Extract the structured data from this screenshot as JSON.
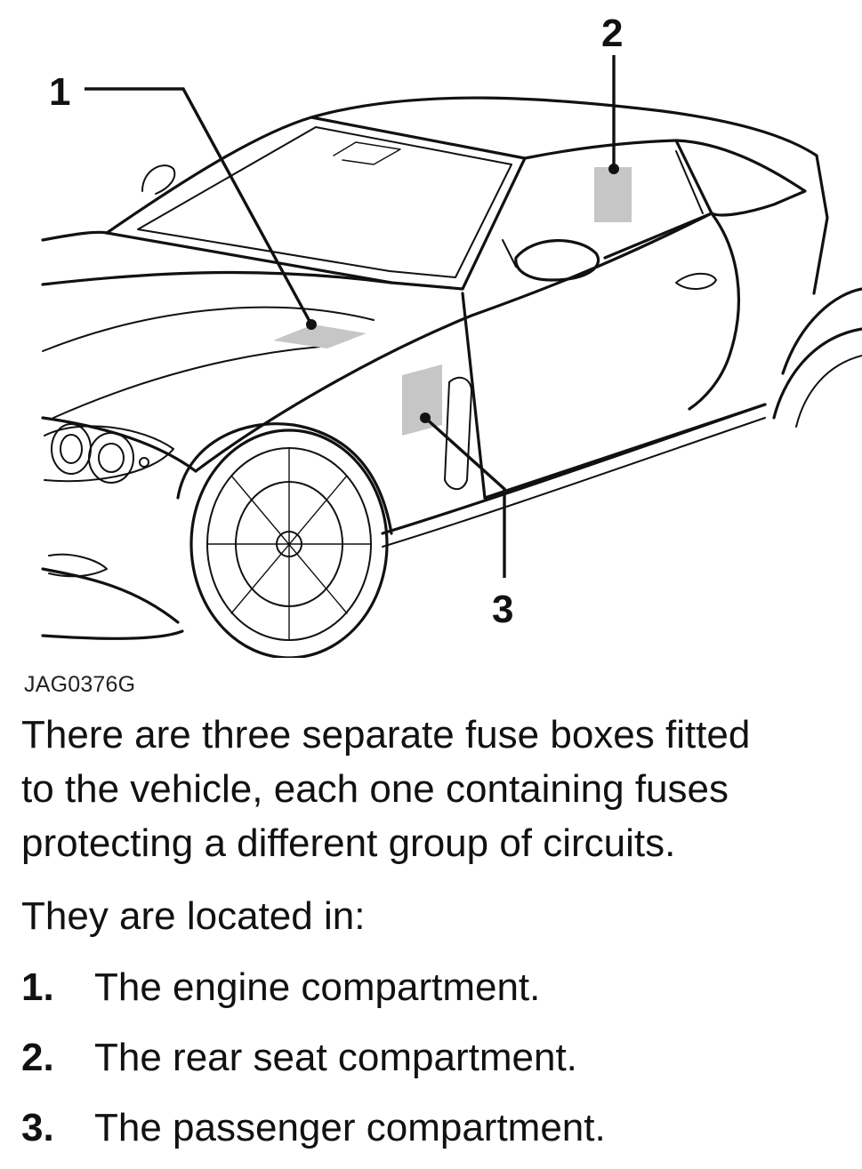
{
  "figure": {
    "code": "JAG0376G",
    "callouts": [
      "1",
      "2",
      "3"
    ]
  },
  "paragraphs": [
    "There are three separate fuse boxes fitted\nto the vehicle, each one containing fuses\nprotecting a different group of circuits.",
    "They are located in:"
  ],
  "locations": [
    {
      "num": "1.",
      "text": "The engine compartment."
    },
    {
      "num": "2.",
      "text": "The rear seat compartment."
    },
    {
      "num": "3.",
      "text": "The passenger compartment."
    }
  ],
  "colors": {
    "ink": "#111111",
    "fuse_box_marker": "#c6c6c6"
  }
}
